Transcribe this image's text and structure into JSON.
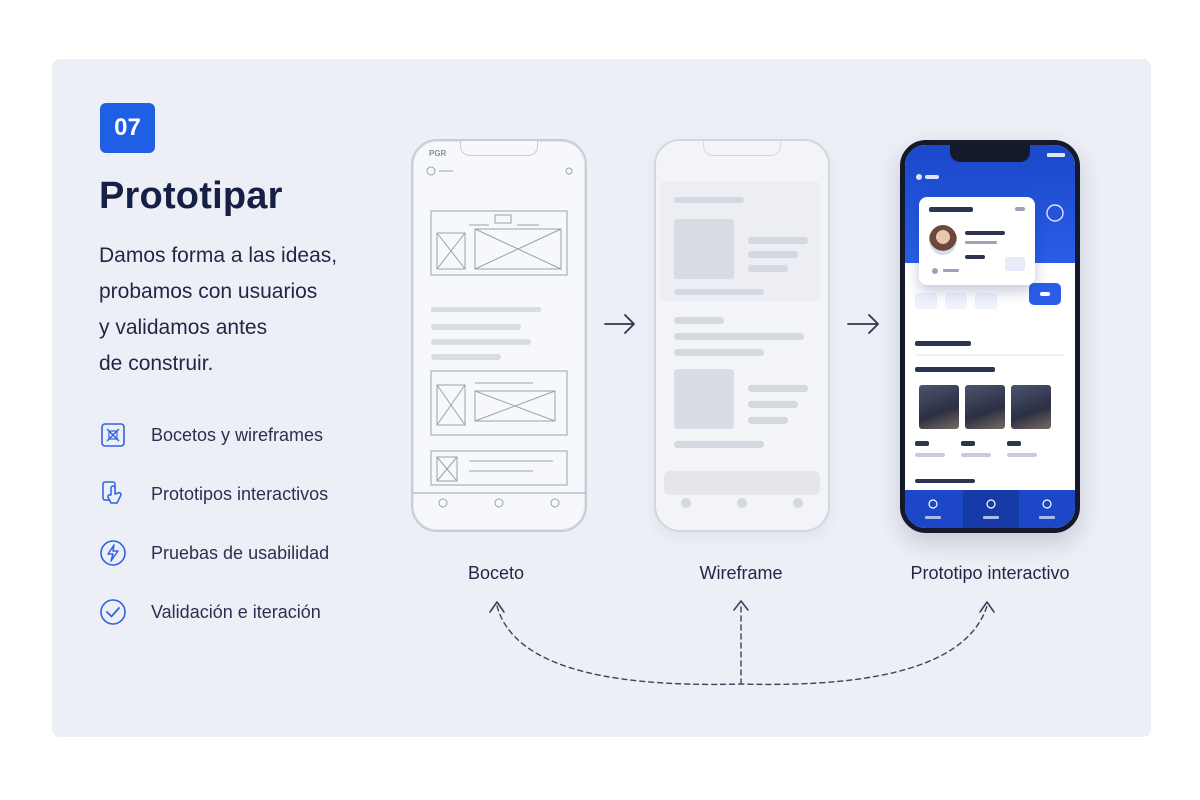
{
  "step": {
    "number": "07"
  },
  "title": "Prototipar",
  "description": [
    "Damos forma a las ideas,",
    "probamos con usuarios",
    "y validamos antes",
    "de construir."
  ],
  "features": [
    {
      "label": "Bocetos y wireframes",
      "icon": "wireframe-icon"
    },
    {
      "label": "Prototipos interactivos",
      "icon": "touch-icon"
    },
    {
      "label": "Pruebas de usabilidad",
      "icon": "lightning-icon"
    },
    {
      "label": "Validación e iteración",
      "icon": "check-circle-icon"
    }
  ],
  "stages": [
    {
      "label": "Boceto"
    },
    {
      "label": "Wireframe"
    },
    {
      "label": "Prototipo interactivo"
    }
  ],
  "colors": {
    "accent": "#1f5fe6",
    "panel_bg": "#edeff6",
    "prototype_blue": "#1b47c9",
    "text_dark": "#152042"
  }
}
